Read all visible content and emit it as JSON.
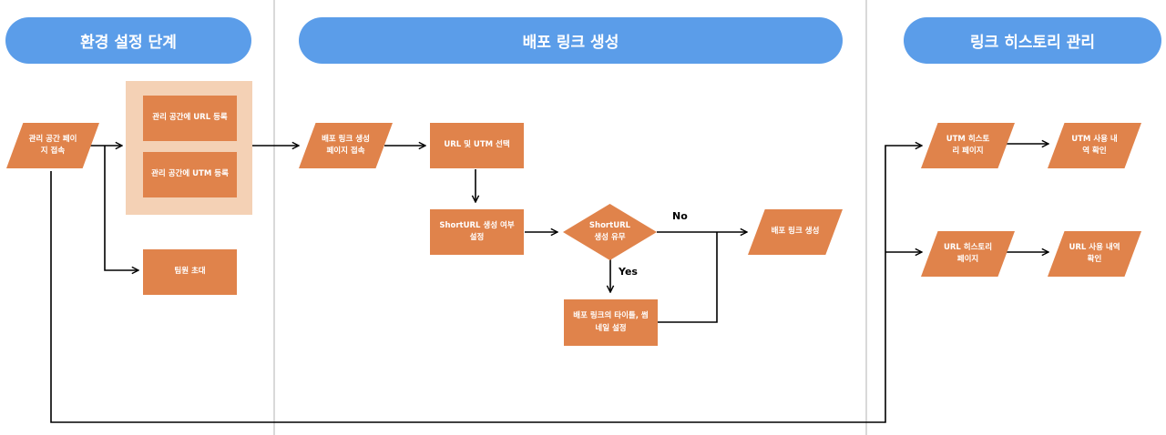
{
  "phases": {
    "env": "환경 설정 단계",
    "create": "배포 링크 생성",
    "history": "링크 히스토리 관리"
  },
  "nodes": {
    "access_admin": "관리 공간 페이\n지 접속",
    "register_url": "관리 공간에 URL 등록",
    "register_utm": "관리 공간에 UTM 등록",
    "invite_team": "팀원 초대",
    "access_create": "배포 링크 생성\n페이지 접속",
    "select_url_utm": "URL 및 UTM 선택",
    "shorturl_setting": "ShortURL 생성 여부\n설정",
    "shorturl_decision": "ShortURL\n생성 유무",
    "create_link": "배포 링크 생성",
    "set_title_thumb": "배포 링크의 타이틀, 썸\n네일 설정",
    "utm_history": "UTM 히스토\n리 페이지",
    "utm_usage": "UTM 사용 내\n역 확인",
    "url_history": "URL 히스토리\n페이지",
    "url_usage": "URL 사용 내역\n확인"
  },
  "labels": {
    "no": "No",
    "yes": "Yes"
  },
  "colors": {
    "phase": "#5b9de9",
    "node": "#e0834b",
    "group": "#f4d1b5",
    "divider": "#d9d9d9"
  }
}
